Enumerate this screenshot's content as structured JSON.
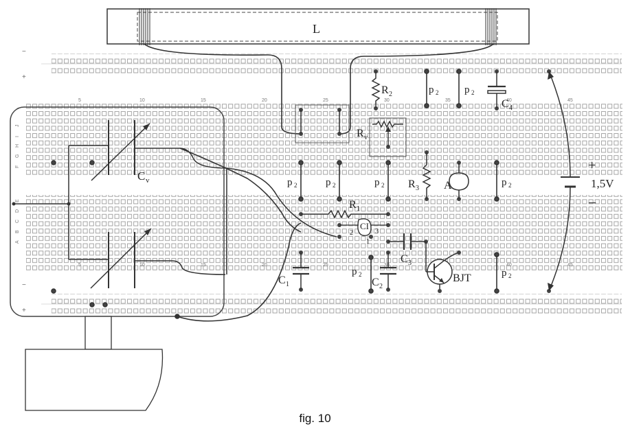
{
  "labels": {
    "L": "L",
    "Cv": "C",
    "Cv_sub": "v",
    "R2": "R",
    "R2_sub": "2",
    "Rv": "R",
    "Rv_sub": "v",
    "R1": "R",
    "R1_sub": "1",
    "R3": "R",
    "R3_sub": "3",
    "C1": "C",
    "C1_sub": "1",
    "C2": "C",
    "C2_sub": "2",
    "C3": "C",
    "C3_sub": "3",
    "C4": "C",
    "C4_sub": "4",
    "CI": "CI",
    "CI_pin1": "1",
    "CI_pin2": "2",
    "CI_pin3": "3",
    "A": "A",
    "BJT": "BJT",
    "battery_voltage": "1,5V",
    "plus": "+",
    "minus": "−",
    "p2": "p",
    "p2_sub": "2"
  },
  "breadboard": {
    "column_numbers": [
      "5",
      "10",
      "15",
      "20",
      "25",
      "30",
      "35",
      "40",
      "45"
    ],
    "row_letters_top": [
      "J",
      "I",
      "H",
      "G",
      "F"
    ],
    "row_letters_bottom": [
      "E",
      "D",
      "C",
      "B",
      "A"
    ],
    "rail_signs": [
      "−",
      "+",
      "−",
      "+"
    ]
  },
  "caption": "fig. 10"
}
